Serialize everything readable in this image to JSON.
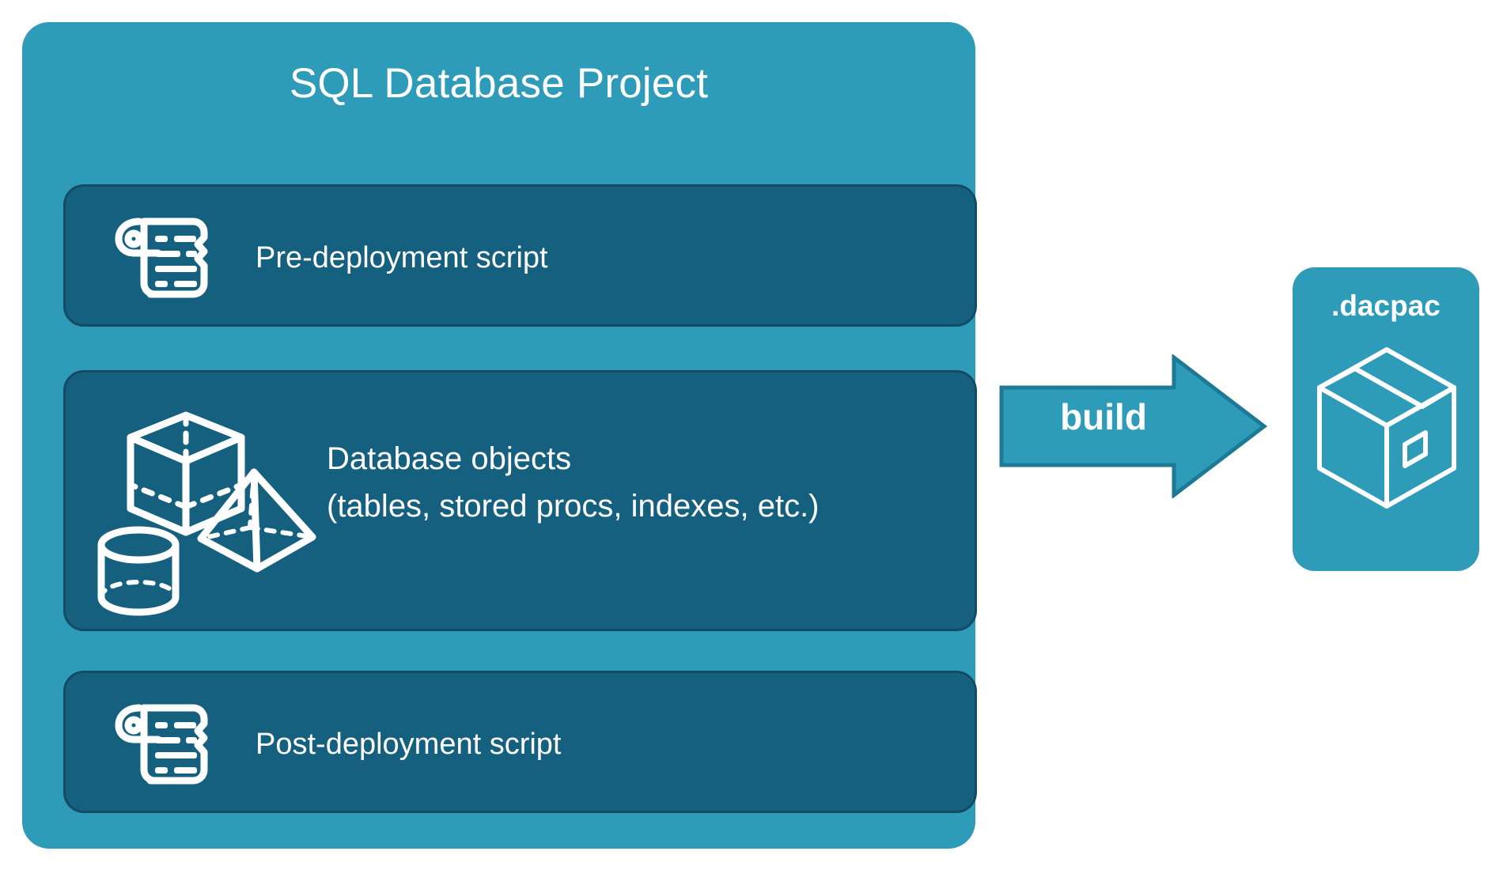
{
  "diagram": {
    "type": "flow",
    "title": "SQL Database Project build to dacpac",
    "colors": {
      "panel_background": "#2e9cb8",
      "card_background": "#16607f",
      "card_border": "#124b63",
      "arrow_fill": "#2e9cb8",
      "arrow_border": "#1d7a96",
      "text": "#ffffff",
      "page_background": "#ffffff"
    }
  },
  "project": {
    "title": "SQL Database Project",
    "cards": [
      {
        "id": "pre-deployment",
        "label": "Pre-deployment script",
        "icon": "scroll-icon"
      },
      {
        "id": "database-objects",
        "label": "Database objects\n(tables, stored procs, indexes, etc.)",
        "line1": "Database objects",
        "line2": "(tables, stored procs, indexes, etc.)",
        "icon": "shapes-icon"
      },
      {
        "id": "post-deployment",
        "label": "Post-deployment script",
        "icon": "scroll-icon"
      }
    ]
  },
  "arrow": {
    "label": "build",
    "direction": "right",
    "icon": "arrow-right-icon"
  },
  "output": {
    "title": ".dacpac",
    "icon": "package-box-icon"
  }
}
